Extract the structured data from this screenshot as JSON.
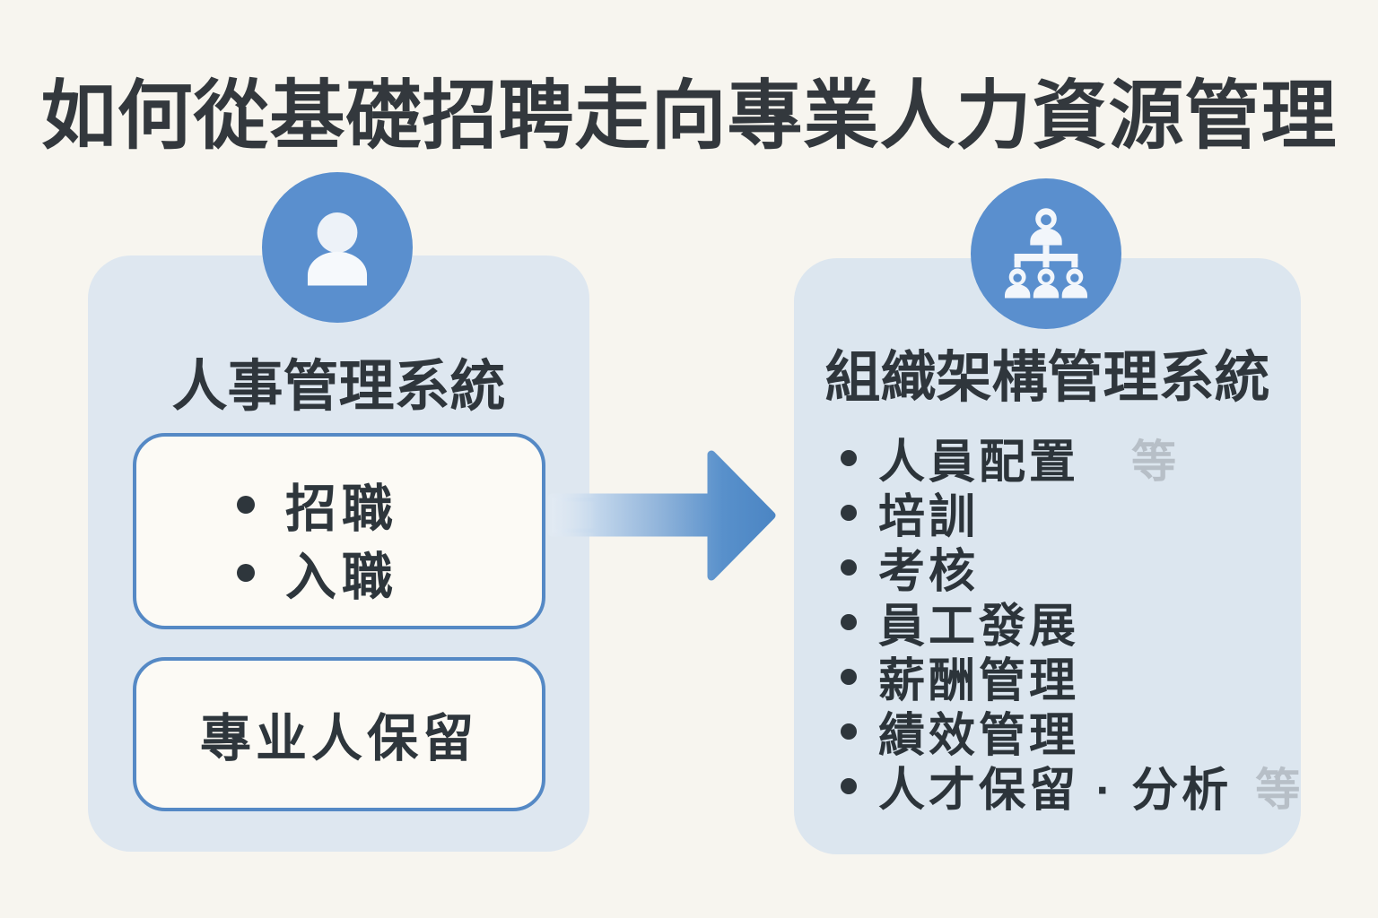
{
  "title": "如何從基礎招聘走向專業人力資源管理",
  "left_panel": {
    "header": "人事管理系統",
    "icon": "user-icon",
    "box1": {
      "items": [
        "招職",
        "入職"
      ]
    },
    "box2": {
      "text": "專业人保留"
    }
  },
  "arrow": {
    "direction": "right",
    "color": "#4e87c4"
  },
  "right_panel": {
    "header": "組織架構管理系統",
    "icon": "org-chart-icon",
    "items": [
      {
        "text": "人員配置",
        "suffix": "等"
      },
      {
        "text": "培訓",
        "suffix": ""
      },
      {
        "text": "考核",
        "suffix": ""
      },
      {
        "text": "員工發展",
        "suffix": ""
      },
      {
        "text": "薪酬管理",
        "suffix": ""
      },
      {
        "text": "績效管理",
        "suffix": ""
      },
      {
        "text": "人才保留 · 分析",
        "suffix": "等"
      }
    ]
  },
  "colors": {
    "background": "#f7f5ef",
    "panel": "#dee7f0",
    "accent_blue": "#5a8fce",
    "arrow_blue": "#4e87c4",
    "box_border": "#5589c5",
    "box_fill": "#fcfaf5",
    "text_dark": "#2e363c",
    "text_muted": "#b7bfc7"
  }
}
